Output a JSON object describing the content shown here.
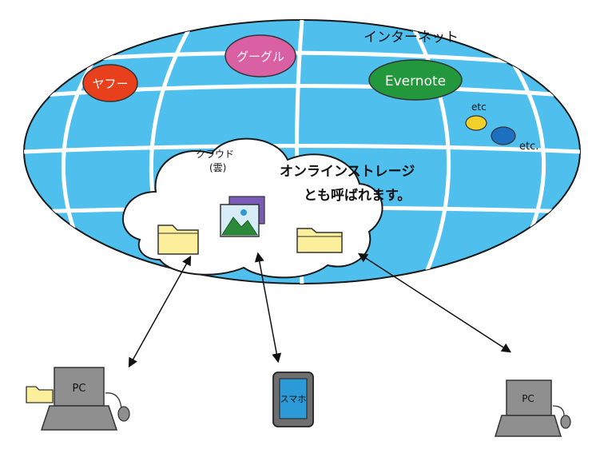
{
  "internet": {
    "label": "インターネット"
  },
  "services": {
    "yahoo": "ヤフー",
    "google": "グーグル",
    "evernote": "Evernote",
    "etc_small": "etc",
    "etc_large": "etc."
  },
  "cloud": {
    "label_line1": "クラウド",
    "label_line2": "(雲)",
    "caption_line1": "オンラインストレージ",
    "caption_line2": "とも呼ばれます。"
  },
  "devices": {
    "pc_left": "PC",
    "smartphone": "スマホ",
    "pc_right": "PC"
  },
  "colors": {
    "globe": "#4fbfee",
    "yahoo": "#e8401c",
    "google": "#d960a3",
    "evernote": "#22973b",
    "etc_yellow": "#f2cf2b",
    "etc_blue": "#1d6fbf",
    "folder": "#fbef9c",
    "device_gray": "#8f8f8f",
    "phone_screen": "#2d9ad8"
  }
}
